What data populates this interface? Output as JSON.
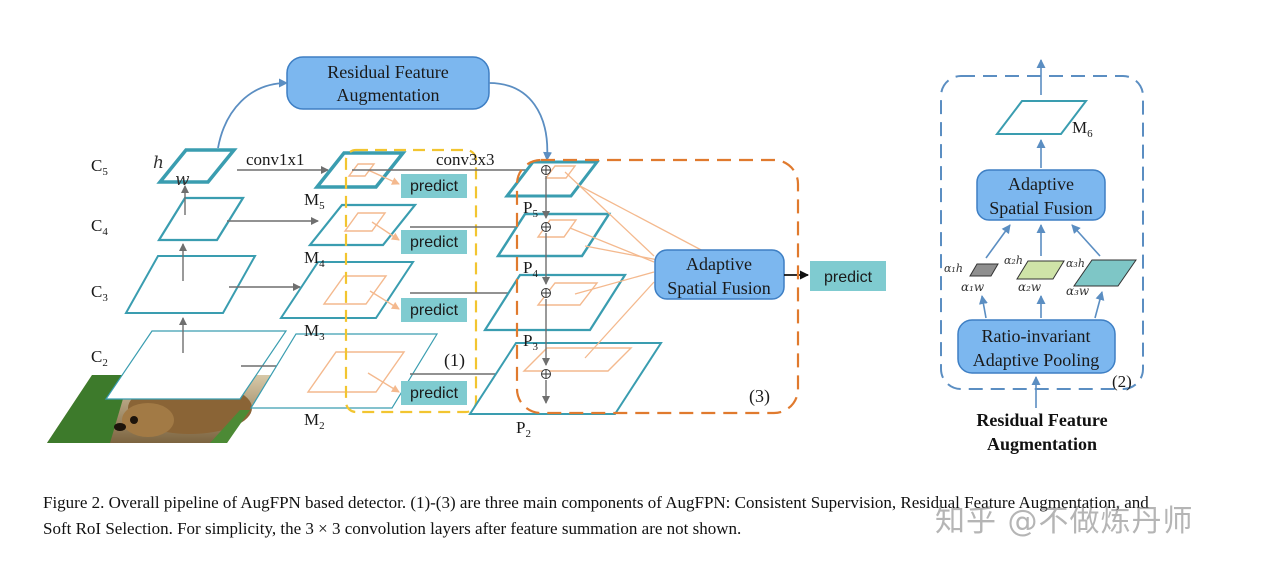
{
  "top_box": {
    "line1": "Residual Feature",
    "line2": "Augmentation"
  },
  "ops": {
    "conv1": "conv1x1",
    "conv3": "conv3x3"
  },
  "levels": {
    "c": [
      {
        "base": "C",
        "sub": "5"
      },
      {
        "base": "C",
        "sub": "4"
      },
      {
        "base": "C",
        "sub": "3"
      },
      {
        "base": "C",
        "sub": "2"
      }
    ],
    "m": [
      {
        "base": "M",
        "sub": "5"
      },
      {
        "base": "M",
        "sub": "4"
      },
      {
        "base": "M",
        "sub": "3"
      },
      {
        "base": "M",
        "sub": "2"
      }
    ],
    "p": [
      {
        "base": "P",
        "sub": "5"
      },
      {
        "base": "P",
        "sub": "4"
      },
      {
        "base": "P",
        "sub": "3"
      },
      {
        "base": "P",
        "sub": "2"
      }
    ]
  },
  "dims": {
    "h": "h",
    "w": "w"
  },
  "predict": "predict",
  "asf": {
    "line1": "Adaptive",
    "line2": "Spatial Fusion"
  },
  "markers": {
    "one": "(1)",
    "two": "(2)",
    "three": "(3)"
  },
  "right": {
    "m6": {
      "base": "M",
      "sub": "6"
    },
    "asf": {
      "line1": "Adaptive",
      "line2": "Spatial Fusion"
    },
    "pool": {
      "line1": "Ratio-invariant",
      "line2": "Adaptive Pooling"
    },
    "ratios": [
      {
        "h": "α₁h",
        "w": "α₁w",
        "color": "#8f8f8f"
      },
      {
        "h": "α₂h",
        "w": "α₂w",
        "color": "#cfe3a8"
      },
      {
        "h": "α₃h",
        "w": "α₃w",
        "color": "#7ec6c6"
      }
    ],
    "title": {
      "line1": "Residual Feature",
      "line2": "Augmentation"
    }
  },
  "caption": "Figure 2. Overall pipeline of AugFPN based detector. (1)-(3) are three main components of AugFPN: Consistent Supervision, Residual Feature Augmentation, and Soft RoI Selection. For simplicity, the 3 × 3 convolution layers after feature summation are not shown.",
  "watermark": "知乎 @不做炼丹师",
  "colors": {
    "teal": "#3a9db0",
    "box_fill": "#7cb7ef",
    "box_stroke": "#3e7fc4",
    "predict_fill": "#7fcbd0",
    "yellow": "#f2c530",
    "orange": "#e07a2e",
    "peach": "#f4b98e",
    "steel": "#5b8ec2",
    "gray": "#6f6f6f"
  }
}
